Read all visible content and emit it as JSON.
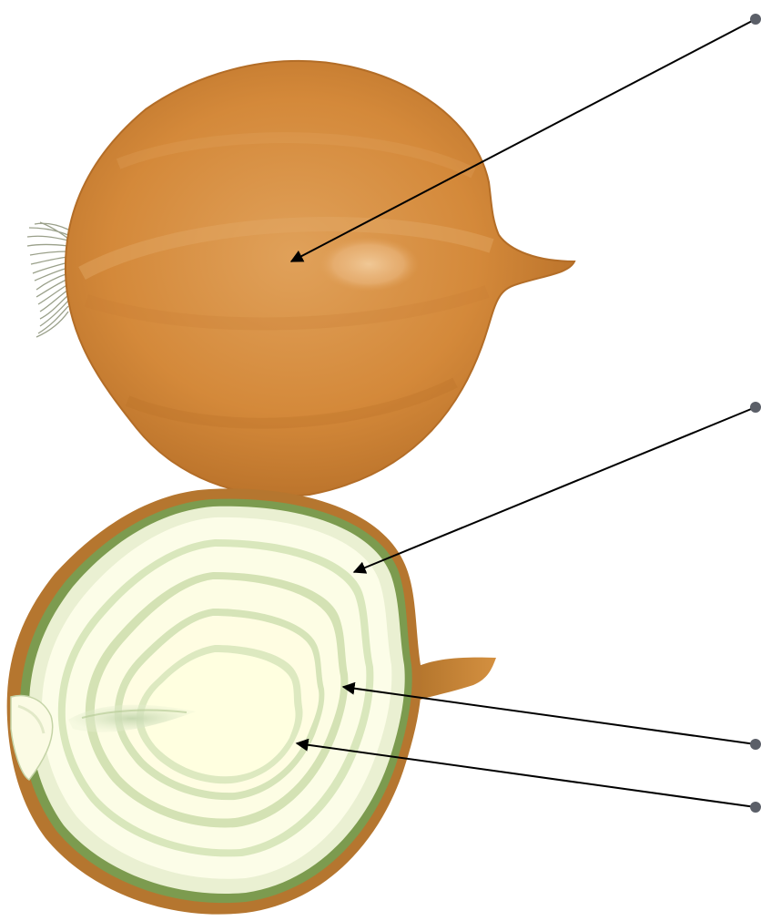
{
  "diagram": {
    "subject": "onion",
    "views": [
      {
        "id": "whole-onion",
        "skin_color": "#d8903e",
        "root_hairs": true
      },
      {
        "id": "onion-cross-section",
        "outer_skin_color": "#b5762f",
        "layer_color": "#fdfde0",
        "vein_color": "#9bb57a"
      }
    ],
    "callouts": [
      {
        "id": "callout-outer-skin",
        "label": ""
      },
      {
        "id": "callout-fleshy-layer",
        "label": ""
      },
      {
        "id": "callout-inner-layer",
        "label": ""
      },
      {
        "id": "callout-bud-centre",
        "label": ""
      }
    ],
    "colors": {
      "leader": "#000000",
      "dot": "#5b5f68",
      "background": "#ffffff"
    }
  }
}
